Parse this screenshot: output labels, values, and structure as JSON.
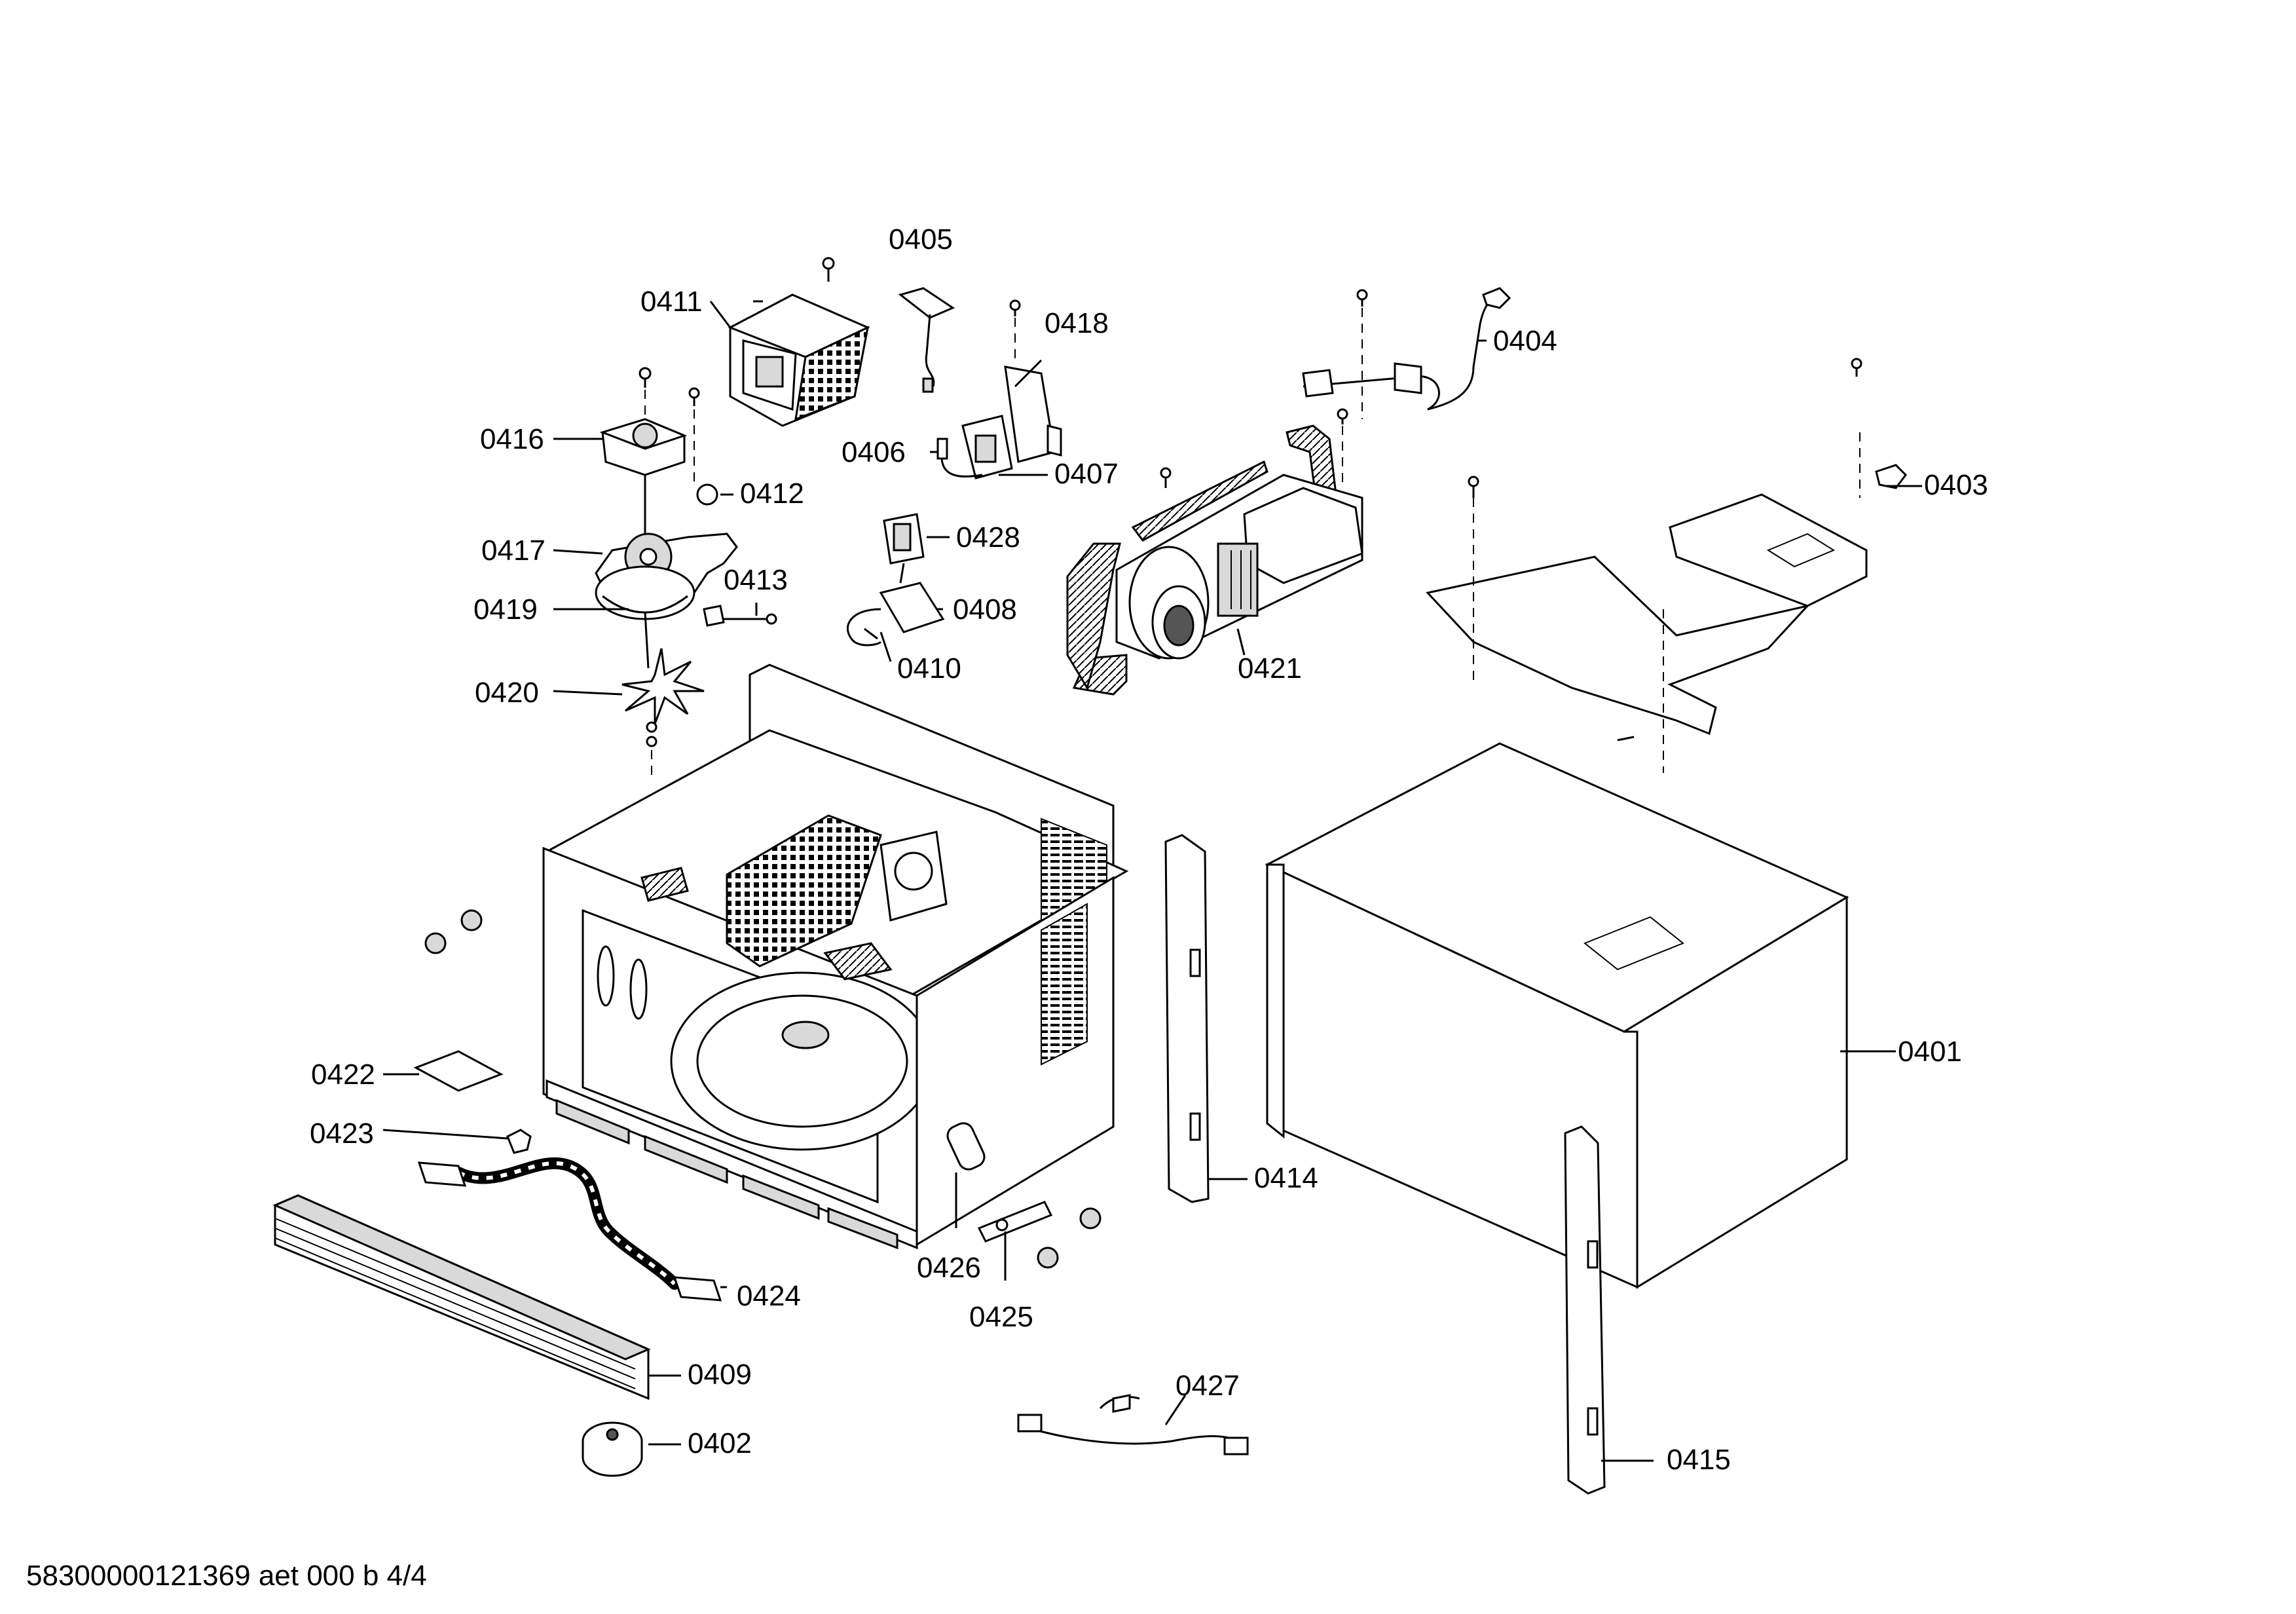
{
  "diagram": {
    "footer_text": "58300000121369 aet 000 b 4/4",
    "callouts": [
      {
        "id": "0401",
        "label": "0401"
      },
      {
        "id": "0402",
        "label": "0402"
      },
      {
        "id": "0403",
        "label": "0403"
      },
      {
        "id": "0404",
        "label": "0404"
      },
      {
        "id": "0405",
        "label": "0405"
      },
      {
        "id": "0406",
        "label": "0406"
      },
      {
        "id": "0407",
        "label": "0407"
      },
      {
        "id": "0408",
        "label": "0408"
      },
      {
        "id": "0409",
        "label": "0409"
      },
      {
        "id": "0410",
        "label": "0410"
      },
      {
        "id": "0411",
        "label": "0411"
      },
      {
        "id": "0412",
        "label": "0412"
      },
      {
        "id": "0413",
        "label": "0413"
      },
      {
        "id": "0414",
        "label": "0414"
      },
      {
        "id": "0415",
        "label": "0415"
      },
      {
        "id": "0416",
        "label": "0416"
      },
      {
        "id": "0417",
        "label": "0417"
      },
      {
        "id": "0418",
        "label": "0418"
      },
      {
        "id": "0419",
        "label": "0419"
      },
      {
        "id": "0420",
        "label": "0420"
      },
      {
        "id": "0421",
        "label": "0421"
      },
      {
        "id": "0422",
        "label": "0422"
      },
      {
        "id": "0423",
        "label": "0423"
      },
      {
        "id": "0424",
        "label": "0424"
      },
      {
        "id": "0425",
        "label": "0425"
      },
      {
        "id": "0426",
        "label": "0426"
      },
      {
        "id": "0427",
        "label": "0427"
      },
      {
        "id": "0428",
        "label": "0428"
      }
    ]
  }
}
